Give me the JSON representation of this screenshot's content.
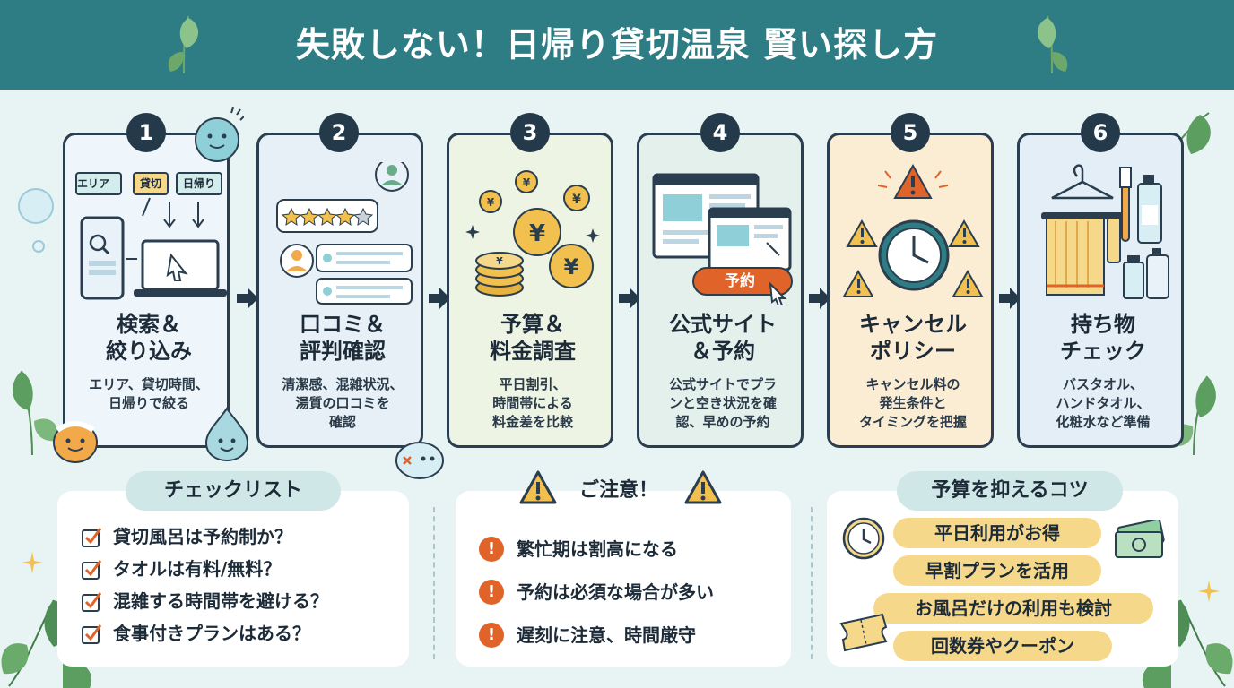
{
  "header": {
    "title": "失敗しない！日帰り貸切温泉 賢い探し方"
  },
  "steps": [
    {
      "num": "1",
      "title": "検索＆\n絞り込み",
      "desc": "エリア、貸切時間、\n日帰りで絞る",
      "tags": [
        "エリア",
        "貸切",
        "日帰り"
      ]
    },
    {
      "num": "2",
      "title": "口コミ＆\n評判確認",
      "desc": "清潔感、混雑状況、\n湯質の口コミを\n確認"
    },
    {
      "num": "3",
      "title": "予算＆\n料金調査",
      "desc": "平日割引、\n時間帯による\n料金差を比較"
    },
    {
      "num": "4",
      "title": "公式サイト\n＆予約",
      "desc": "公式サイトでプラ\nンと空き状況を確\n認、早めの予約",
      "button": "予約"
    },
    {
      "num": "5",
      "title": "キャンセル\nポリシー",
      "desc": "キャンセル料の\n発生条件と\nタイミングを把握"
    },
    {
      "num": "6",
      "title": "持ち物\nチェック",
      "desc": "バスタオル、\nハンドタオル、\n化粧水など準備"
    }
  ],
  "checklist": {
    "title": "チェックリスト",
    "items": [
      "貸切風呂は予約制か？",
      "タオルは有料/無料？",
      "混雑する時間帯を避ける？",
      "食事付きプランはある？"
    ]
  },
  "caution": {
    "title": "ご注意！",
    "items": [
      "繁忙期は割高になる",
      "予約は必須な場合が多い",
      "遅刻に注意、時間厳守"
    ]
  },
  "tips": {
    "title": "予算を抑えるコツ",
    "items": [
      "平日利用がお得",
      "早割プランを活用",
      "お風呂だけの利用も検討",
      "回数券やクーポン"
    ]
  },
  "colors": {
    "header": "#2e7d84",
    "background": "#e8f3f3",
    "card_border": "#2a3e4f",
    "accent_orange": "#e0642a",
    "tip_yellow": "#f6d88a",
    "pill_teal": "#cfe7e6"
  },
  "icons": [
    "leaf-icon",
    "search-icon",
    "laptop-icon",
    "star-icon",
    "avatar-icon",
    "yen-coin-icon",
    "browser-icon",
    "cursor-icon",
    "warning-icon",
    "clock-icon",
    "towel-icon",
    "hanger-icon",
    "bottle-icon",
    "toothbrush-icon",
    "checkbox-icon",
    "exclamation-icon",
    "money-icon",
    "ticket-icon",
    "droplet-mascot-icon"
  ]
}
